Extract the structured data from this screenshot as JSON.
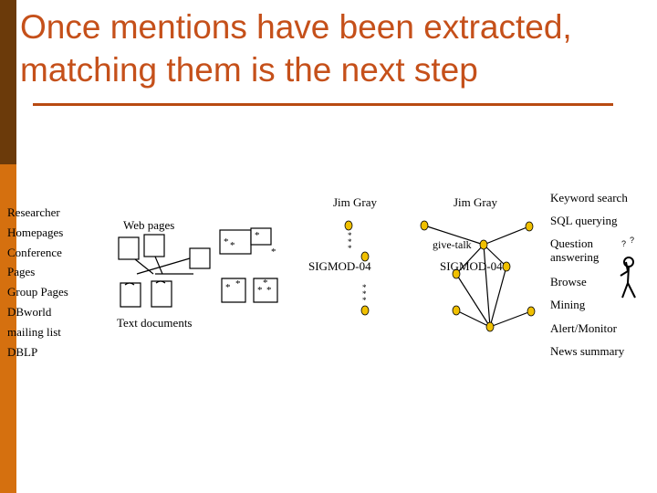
{
  "slide": {
    "title_line1": "Once mentions have been extracted,",
    "title_line2": "matching them is the next step"
  },
  "sources": [
    "Researcher",
    "Homepages",
    "Conference",
    "Pages",
    "Group Pages",
    "DBworld",
    "mailing list",
    "DBLP"
  ],
  "diagram": {
    "web_pages_label": "Web pages",
    "text_documents_label": "Text documents",
    "mention_left": "Jim Gray",
    "mention_right": "Jim Gray",
    "event_left": "SIGMOD-04",
    "event_right": "SIGMOD-04",
    "relation_label": "give-talk",
    "star": "*"
  },
  "tasks": [
    "Keyword search",
    "SQL querying",
    "Question answering",
    "Browse",
    "Mining",
    "Alert/Monitor",
    "News summary"
  ],
  "colors": {
    "title": "#c5501a",
    "rule": "#b84a12",
    "bar_dark": "#6b3a0a",
    "bar_light": "#d5700f",
    "node_fill": "#f0c000"
  }
}
